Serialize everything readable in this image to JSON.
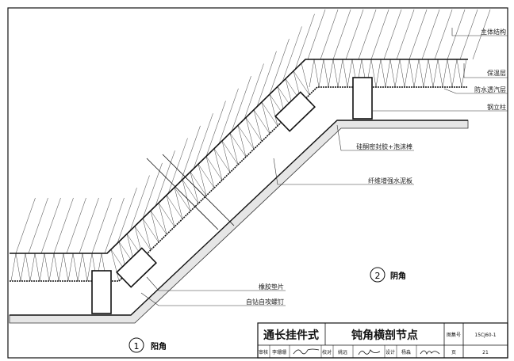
{
  "labels": {
    "structure": "主体结构",
    "insulation": "保温层",
    "membrane": "防水透汽层",
    "steel_column": "钢立柱",
    "sealant": "硅酮密封胶+泡沫棒",
    "board": "纤维增强水泥板",
    "rubber_pad": "橡胶垫片",
    "screw": "自钻自攻螺钉"
  },
  "details": [
    {
      "num": "1",
      "name": "阳角"
    },
    {
      "num": "2",
      "name": "阴角"
    }
  ],
  "title_block": {
    "system": "通长挂件式",
    "title": "钝角横剖节点",
    "atlas_label": "图集号",
    "atlas_no": "15CJ60-1",
    "review_label": "审核",
    "reviewer": "李珊珊",
    "check_label": "校对",
    "checker": "姚远",
    "design_label": "设计",
    "designer": "杨淼",
    "page_label": "页",
    "page_no": "21"
  }
}
